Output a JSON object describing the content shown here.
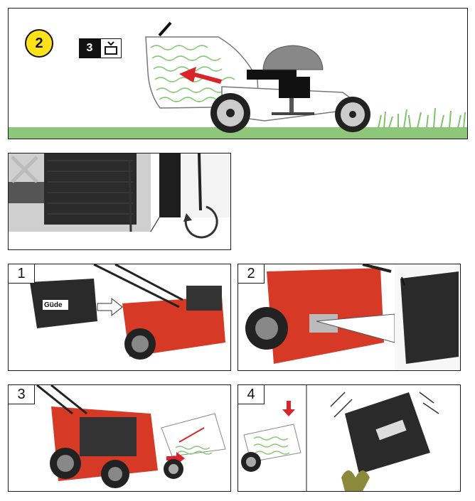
{
  "step_badge": "2",
  "ref_badge": {
    "number": "3"
  },
  "panels": [
    {
      "label": "1"
    },
    {
      "label": "2"
    },
    {
      "label": "3"
    },
    {
      "label": "4"
    }
  ],
  "brand": "Güde",
  "colors": {
    "accent_yellow": "#ffe21a",
    "mower_red": "#d63a26",
    "grass_green": "#7ec46a",
    "arrow_red": "#d9252a"
  }
}
